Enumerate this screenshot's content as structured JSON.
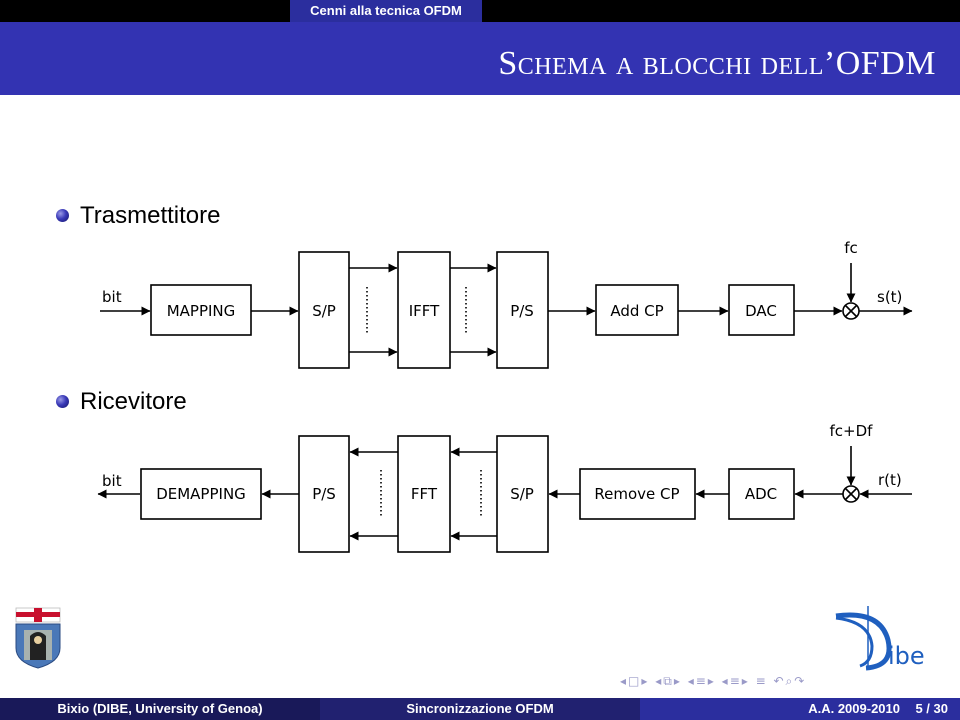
{
  "header": {
    "section": "Cenni alla tecnica OFDM",
    "title": "Schema a blocchi dell’OFDM"
  },
  "items": [
    {
      "label": "Trasmettitore"
    },
    {
      "label": "Ricevitore"
    }
  ],
  "tx": {
    "input": "bit",
    "blocks": [
      "MAPPING",
      "S/P",
      "IFFT",
      "P/S",
      "Add CP",
      "DAC"
    ],
    "carrier": "fc",
    "output": "s(t)"
  },
  "rx": {
    "output": "bit",
    "blocks": [
      "DEMAPPING",
      "P/S",
      "FFT",
      "S/P",
      "Remove CP",
      "ADC"
    ],
    "carrier": "fc+Df",
    "input": "r(t)"
  },
  "footer": {
    "author": "Bixio  (DIBE, University of Genoa)",
    "talk": "Sincronizzazione OFDM",
    "date": "A.A. 2009-2010",
    "page": "5 / 30"
  },
  "logos": {
    "left": "university-of-genoa-seal",
    "right": "dibe-logo",
    "right_text": "ibe"
  },
  "nav": [
    "prev-frame",
    "next-frame",
    "prev-slide",
    "next-slide",
    "prev-section",
    "next-section",
    "prev-subsection",
    "next-subsection",
    "outline",
    "search"
  ],
  "colors": {
    "titlebar": "#3333b2",
    "section_tab": "#2b2e9e",
    "footer_dark": "#191959",
    "footer_mid": "#212170",
    "footer_light": "#2b2e9e",
    "dibe_blue": "#1f5fbf"
  }
}
